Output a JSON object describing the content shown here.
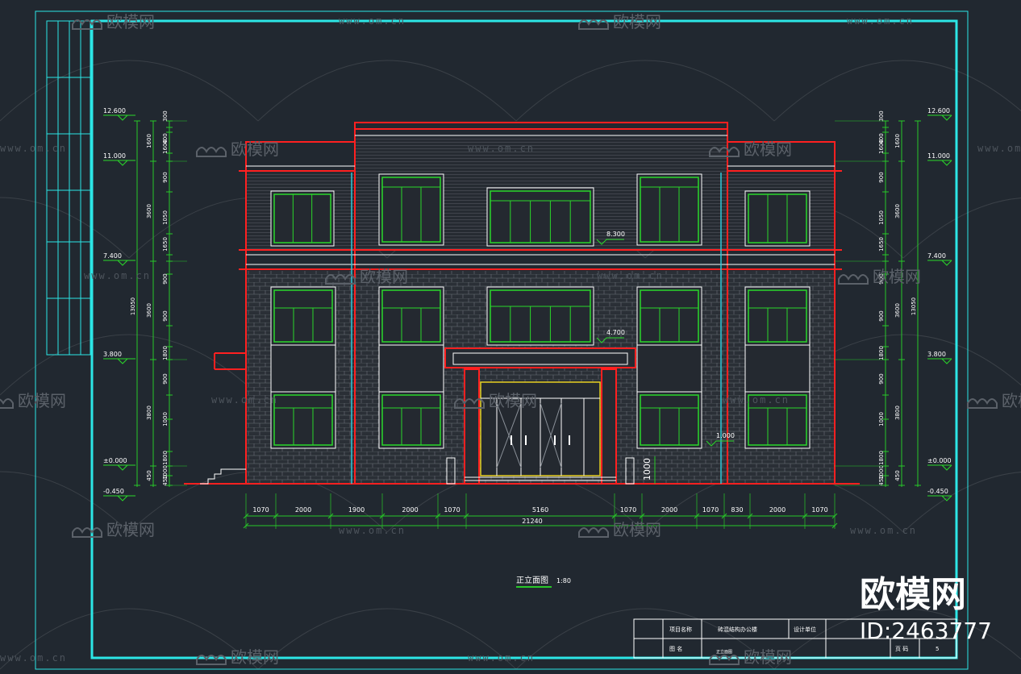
{
  "drawing": {
    "title": "正立面图",
    "scale": "1:80"
  },
  "elevations_left": [
    "12.600",
    "11.000",
    "7.400",
    "3.800",
    "±0.000",
    "-0.450"
  ],
  "elevations_right": [
    "12.600",
    "11.000",
    "7.400",
    "3.800",
    "±0.000",
    "-0.450"
  ],
  "elevation_labels_inner": [
    "8.300",
    "4.700",
    "1.000"
  ],
  "vertical_dims_inner": [
    "300",
    "400",
    "1600",
    "900",
    "1050",
    "1650",
    "900",
    "900",
    "1800",
    "900",
    "1000",
    "1800",
    "1000",
    "450"
  ],
  "vertical_dims_outer": [
    "1600",
    "3600",
    "3600",
    "3800",
    "450"
  ],
  "vertical_total": "13050",
  "horizontal_dims": [
    "1070",
    "2000",
    "1900",
    "2000",
    "1070",
    "5160",
    "1070",
    "2000",
    "1070",
    "830",
    "2000",
    "1070"
  ],
  "horizontal_total": "21240",
  "step_height_label": "1000",
  "title_block": {
    "project_name_label": "项目名称",
    "project_name": "砖混结构办公楼",
    "design_unit_label": "设计单位",
    "drawing_name_label": "图 名",
    "drawing_name": "正立面图",
    "page_label": "页 码",
    "page_value": "5"
  },
  "watermark": {
    "text": "欧模网",
    "url": "www.om.cn",
    "brand": "欧模网",
    "id": "ID:2463777"
  },
  "colors": {
    "background": "#212830",
    "frame": "#2ce6e6",
    "outline_red": "#ff2020",
    "window_green": "#2ad82a",
    "door_yellow": "#e8d020",
    "dim_green": "#28c828",
    "pipe_cyan": "#30c8d8"
  }
}
